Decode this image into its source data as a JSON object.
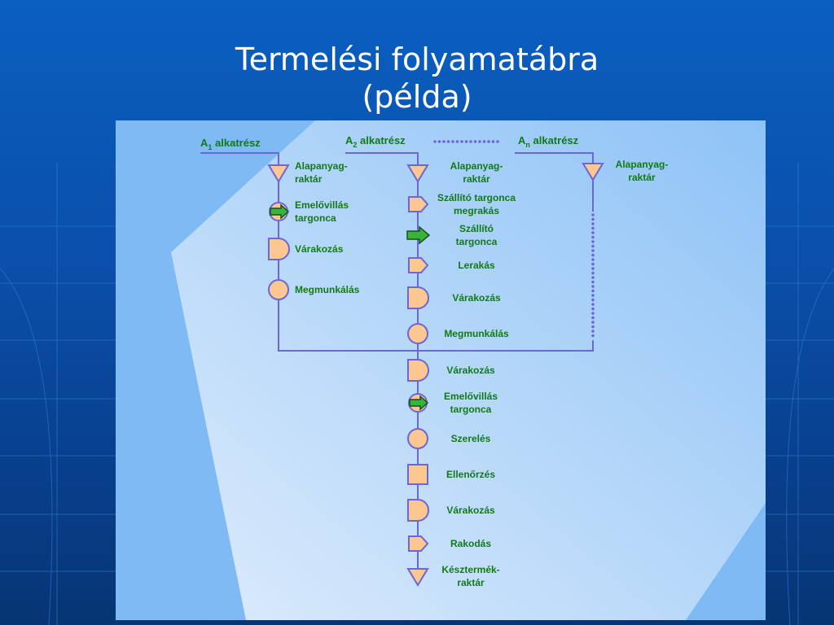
{
  "title": {
    "line1": "Termelési folyamatábra",
    "line2": "(példa)"
  },
  "colors": {
    "symbol_fill": "#fcc791",
    "symbol_stroke": "#6d66d8",
    "line": "#6d66d8",
    "label": "#117a17",
    "arrow": "#37b53a"
  },
  "headers": [
    {
      "letter": "A",
      "sub": "1",
      "text": " alkatrész"
    },
    {
      "letter": "A",
      "sub": "2",
      "text": " alkatrész"
    },
    {
      "letter": "A",
      "sub": "n",
      "text": " alkatrész"
    }
  ],
  "branch1": [
    {
      "symbol": "storage-triangle",
      "label": [
        "Alapanyag-",
        "raktár"
      ]
    },
    {
      "symbol": "transport-circle-arrow",
      "label": [
        "Emelővillás",
        "targonca"
      ]
    },
    {
      "symbol": "delay-d",
      "label": [
        "Várakozás"
      ]
    },
    {
      "symbol": "operation-circle",
      "label": [
        "Megmunkálás"
      ]
    }
  ],
  "branch2": [
    {
      "symbol": "storage-triangle",
      "label": [
        "Alapanyag-",
        "raktár"
      ]
    },
    {
      "symbol": "handling-pentagon",
      "label": [
        "Szállító targonca",
        "megrakás"
      ]
    },
    {
      "symbol": "transport-arrow",
      "label": [
        "Szállító",
        "targonca"
      ]
    },
    {
      "symbol": "handling-pentagon",
      "label": [
        "Lerakás"
      ]
    },
    {
      "symbol": "delay-d",
      "label": [
        "Várakozás"
      ]
    },
    {
      "symbol": "operation-circle",
      "label": [
        "Megmunkálás"
      ]
    }
  ],
  "branch_n": [
    {
      "symbol": "storage-triangle",
      "label": [
        "Alapanyag-",
        "raktár"
      ]
    }
  ],
  "main": [
    {
      "symbol": "delay-d",
      "label": [
        "Várakozás"
      ]
    },
    {
      "symbol": "transport-circle-arrow",
      "label": [
        "Emelővillás",
        "targonca"
      ]
    },
    {
      "symbol": "operation-circle",
      "label": [
        "Szerelés"
      ]
    },
    {
      "symbol": "inspection-square",
      "label": [
        "Ellenőrzés"
      ]
    },
    {
      "symbol": "delay-d",
      "label": [
        "Várakozás"
      ]
    },
    {
      "symbol": "handling-pentagon",
      "label": [
        "Rakodás"
      ]
    },
    {
      "symbol": "storage-triangle",
      "label": [
        "Késztermék-",
        "raktár"
      ]
    }
  ]
}
